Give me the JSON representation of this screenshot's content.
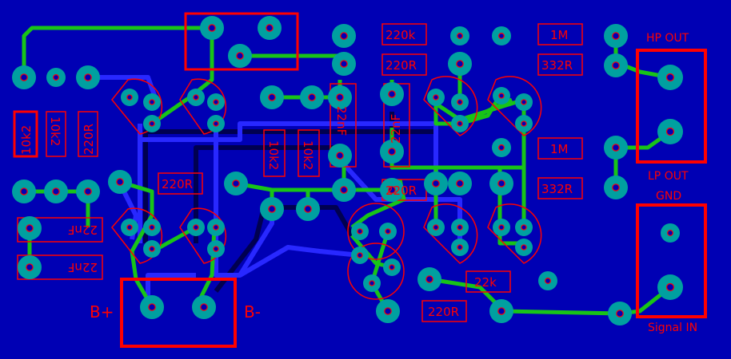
{
  "board": {
    "colors": {
      "background": "#0000b4",
      "trace_top": "#18c418",
      "trace_bottom": "#2828ff",
      "trace_dark": "#000050",
      "silkscreen": "#ff0000",
      "pad": "#00a0a0",
      "pad_hole": "#0000b4"
    }
  },
  "components": {
    "resistors": {
      "r1": "220k",
      "r2": "220R",
      "r3": "1M",
      "r4": "332R",
      "r5": "1M",
      "r6": "332R",
      "r7": "10k2",
      "r8": "10k2",
      "r9": "220R",
      "r10": "10k2",
      "r11": "10k2",
      "r12": "220R",
      "r13": "220R",
      "r14": "22k",
      "r15": "220R"
    },
    "capacitors": {
      "c1": "22nF",
      "c2": "22nF",
      "c3": "22nF",
      "c4": "22nF"
    }
  },
  "connectors": {
    "hp_out": "HP OUT",
    "lp_out": "LP OUT",
    "gnd": "GND",
    "signal_in": "Signal IN",
    "b_plus": "B+",
    "b_minus": "B-"
  }
}
